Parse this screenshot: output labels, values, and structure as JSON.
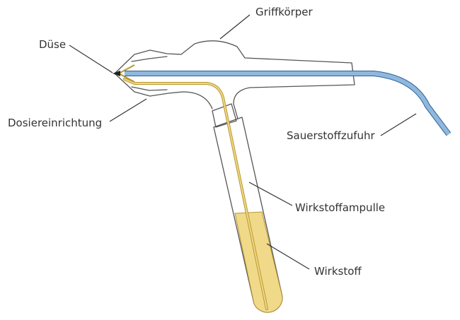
{
  "diagram": {
    "labels": {
      "griffkoerper": "Griffkörper",
      "duese": "Düse",
      "dosiereinrichtung": "Dosiereinrichtung",
      "sauerstoffzufuhr": "Sauerstoffzufuhr",
      "wirkstoffampulle": "Wirkstoffampulle",
      "wirkstoff": "Wirkstoff"
    },
    "colors": {
      "oxygen_tube": "#8fb8df",
      "oxygen_stroke": "#2e5f8f",
      "substance_fill": "#f1d98a",
      "substance_stroke": "#b8972d",
      "outline": "#555555",
      "label_text": "#333333"
    }
  }
}
